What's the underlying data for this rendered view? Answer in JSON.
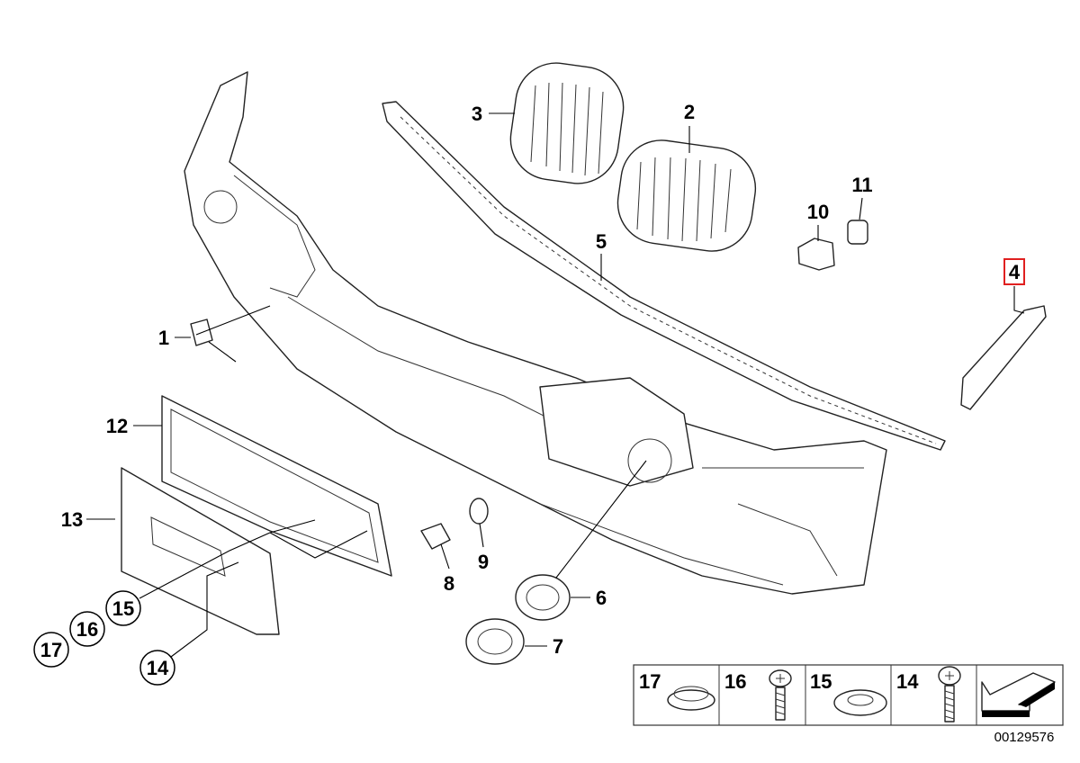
{
  "diagram": {
    "callouts": {
      "p1": "1",
      "p2": "2",
      "p3": "3",
      "p4": "4",
      "p5": "5",
      "p6": "6",
      "p7": "7",
      "p8": "8",
      "p9": "9",
      "p10": "10",
      "p11": "11",
      "p12": "12",
      "p13": "13",
      "p14": "14",
      "p15": "15",
      "p16": "16",
      "p17": "17"
    },
    "highlighted_part": "4",
    "highlight_color": "#e02020",
    "legend": {
      "items": [
        {
          "number": "17",
          "part": "cap-icon"
        },
        {
          "number": "16",
          "part": "screw-icon"
        },
        {
          "number": "15",
          "part": "washer-icon"
        },
        {
          "number": "14",
          "part": "screw-icon"
        },
        {
          "number": "",
          "part": "direction-arrow-icon"
        }
      ]
    },
    "diagram_code": "00129576"
  }
}
